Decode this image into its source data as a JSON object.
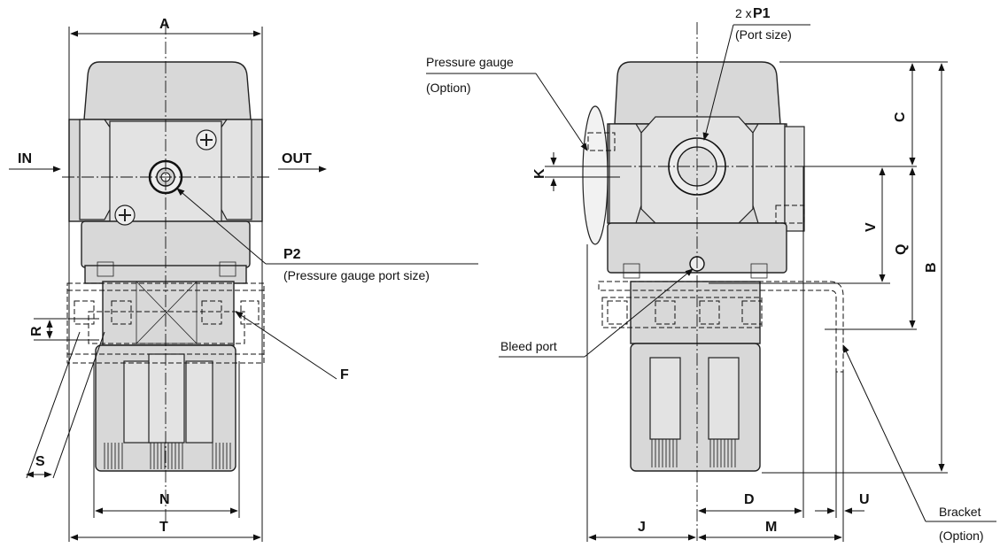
{
  "labels": {
    "A": "A",
    "IN": "IN",
    "OUT": "OUT",
    "P2": "P2",
    "P2_desc": "(Pressure gauge port size)",
    "R": "R",
    "F": "F",
    "S": "S",
    "N": "N",
    "T": "T",
    "P1_prefix": "2 x ",
    "P1": "P1",
    "P1_desc": "(Port size)",
    "pressure_gauge": "Pressure gauge",
    "pressure_gauge_opt": "(Option)",
    "K": "K",
    "C": "C",
    "V": "V",
    "Q": "Q",
    "B": "B",
    "bleed_port": "Bleed port",
    "D": "D",
    "U": "U",
    "J": "J",
    "M": "M",
    "bracket": "Bracket",
    "bracket_opt": "(Option)"
  }
}
